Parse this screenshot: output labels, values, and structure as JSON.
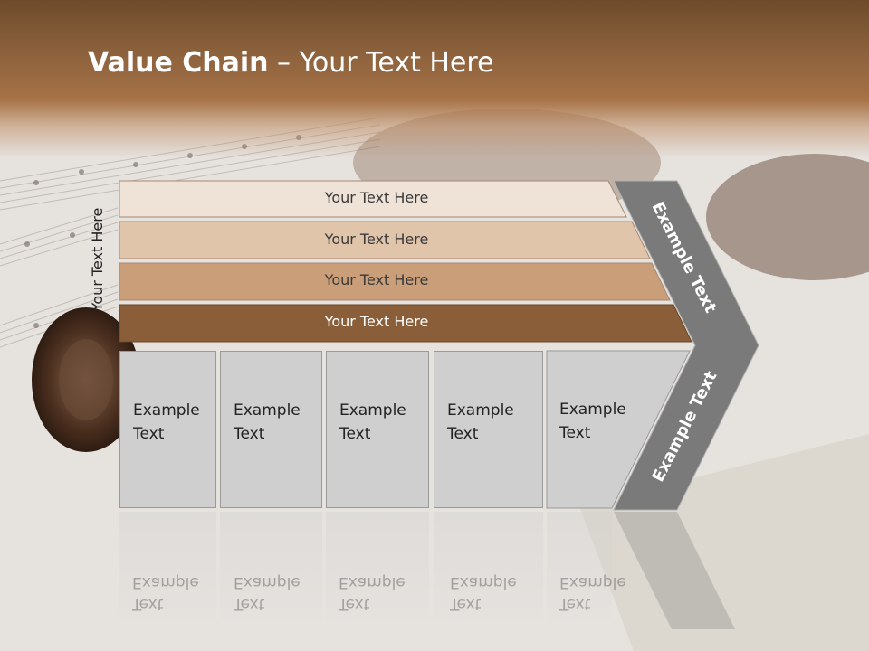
{
  "title": {
    "bold": "Value Chain",
    "rest": " – Your Text Here"
  },
  "side_label": "Your Text Here",
  "rows": [
    {
      "label": "Your Text Here",
      "color": "#efe3d7"
    },
    {
      "label": "Your Text Here",
      "color": "#e1c5ab"
    },
    {
      "label": "Your Text Here",
      "color": "#c99e78"
    },
    {
      "label": "Your Text Here",
      "color": "#8a5e38"
    }
  ],
  "boxes": [
    {
      "line1": "Example",
      "line2": "Text"
    },
    {
      "line1": "Example",
      "line2": "Text"
    },
    {
      "line1": "Example",
      "line2": "Text"
    },
    {
      "line1": "Example",
      "line2": "Text"
    },
    {
      "line1": "Example",
      "line2": "Text"
    }
  ],
  "chevron_top_label": "Example Text",
  "chevron_bottom_label": "Example Text",
  "colors": {
    "chevron": "#7a7a7a",
    "box": "#cfcfcf",
    "header": "#8d623d"
  }
}
